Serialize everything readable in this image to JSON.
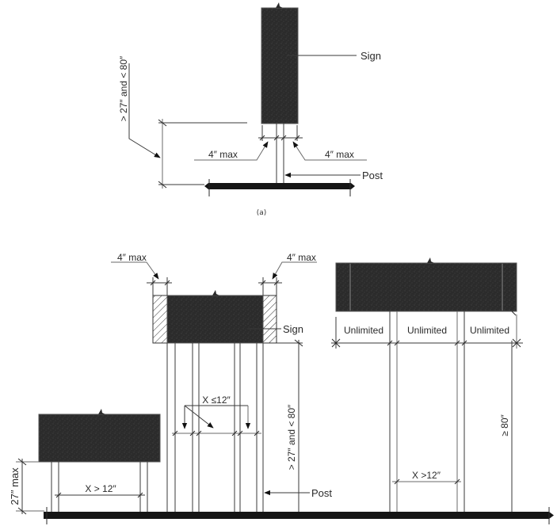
{
  "figure_a": {
    "caption": "(a)",
    "sign_label": "Sign",
    "post_label": "Post",
    "left_clearance": "4″ max",
    "right_clearance": "4″ max",
    "height_range": "> 27″ and < 80″"
  },
  "figure_b": {
    "low_sign": {
      "height_label": "27″ max",
      "post_spacing": "X > 12″"
    },
    "middle_sign": {
      "left_clearance": "4″ max",
      "right_clearance": "4″ max",
      "sign_label": "Sign",
      "post_spacing": "X ≤12″",
      "height_range": "> 27″ and < 80″",
      "post_label": "Post"
    },
    "high_sign": {
      "overhang_left": "Unlimited",
      "between_posts": "Unlimited",
      "overhang_right": "Unlimited",
      "height_label": "≥ 80″",
      "post_spacing": "X >12″"
    }
  },
  "colors": {
    "sign_fill": "#2b2b2b",
    "line": "#3a3a3a",
    "ground": "#151515"
  }
}
